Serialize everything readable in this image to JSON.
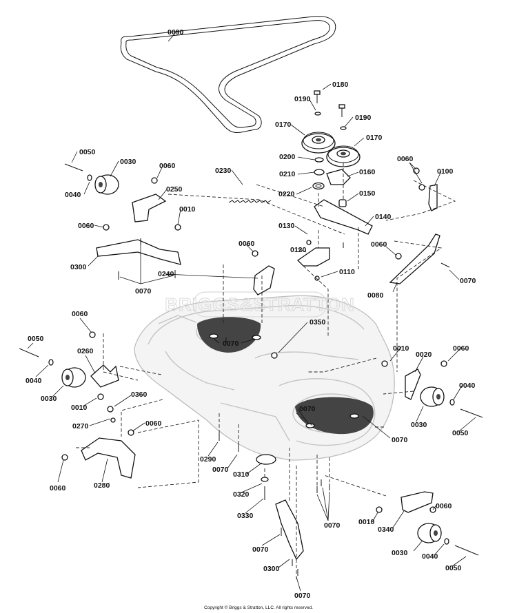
{
  "watermark": "BRIGGS&STRATTON",
  "copyright": "Copyright © Briggs & Stratton, LLC. All rights reserved.",
  "callouts": [
    "0090",
    "0180",
    "0190",
    "0190",
    "0170",
    "0170",
    "0050",
    "0030",
    "0060",
    "0200",
    "0210",
    "0160",
    "0230",
    "0220",
    "0150",
    "0060",
    "0100",
    "0040",
    "0250",
    "0010",
    "0060",
    "0140",
    "0130",
    "0060",
    "0120",
    "0300",
    "0110",
    "0060",
    "0240",
    "0070",
    "0070",
    "0080",
    "0060",
    "0070",
    "0350",
    "0050",
    "0260",
    "0010",
    "0020",
    "0060",
    "0040",
    "0040",
    "0030",
    "0010",
    "0360",
    "0070",
    "0270",
    "0060",
    "0030",
    "0070",
    "0050",
    "0290",
    "0070",
    "0310",
    "0060",
    "0280",
    "0320",
    "0060",
    "0330",
    "0070",
    "0010",
    "0340",
    "0070",
    "0030",
    "0040",
    "0050",
    "0300",
    "0070"
  ]
}
